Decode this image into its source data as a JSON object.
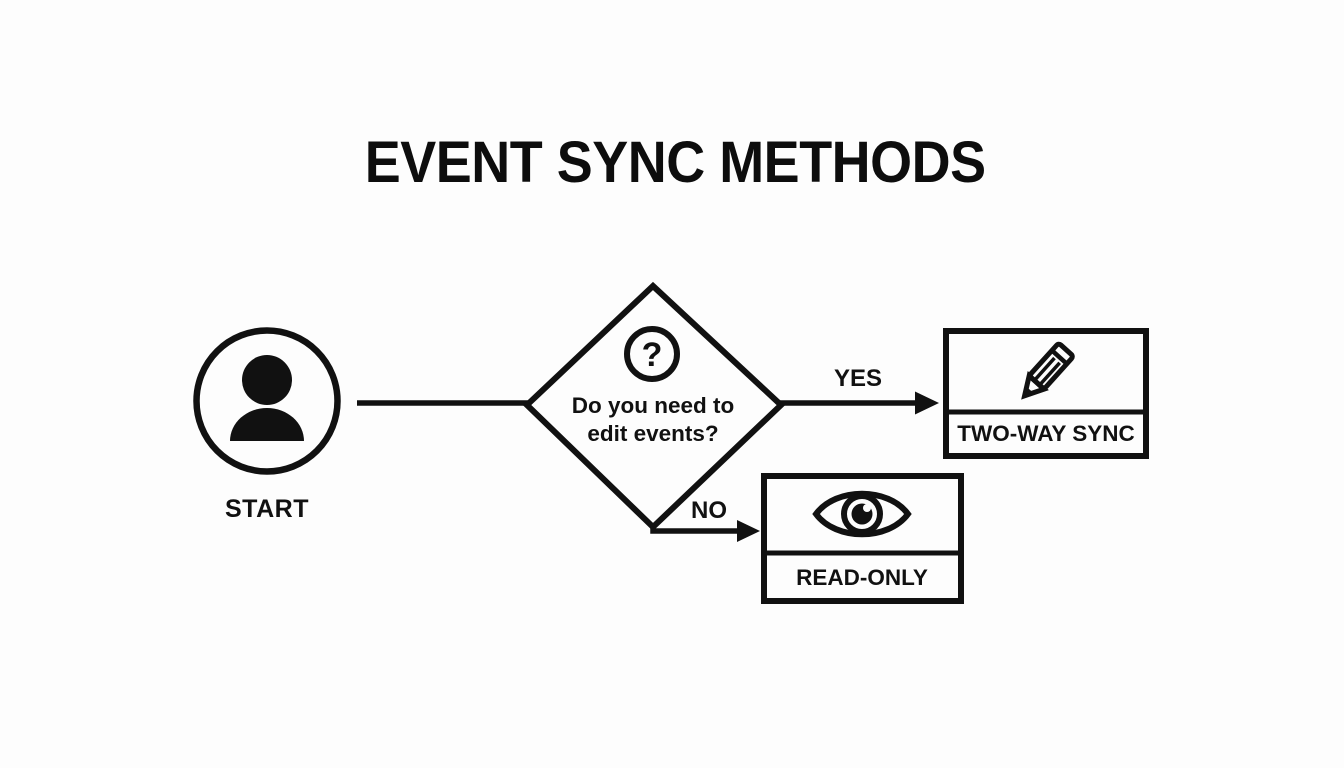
{
  "page": {
    "title": "EVENT SYNC METHODS",
    "background_color": "#fdfdfd",
    "ink_color": "#111111"
  },
  "diagram": {
    "type": "flowchart",
    "orientation": "left-to-right",
    "nodes": [
      {
        "id": "start",
        "shape": "circle",
        "label": "START",
        "icon": "user-icon",
        "label_position": "below"
      },
      {
        "id": "decision",
        "shape": "diamond",
        "icon": "question-mark-icon",
        "text_lines": [
          "Do you need to",
          "edit events?"
        ],
        "question": "Do you need to edit events?"
      },
      {
        "id": "two-way-sync",
        "shape": "rectangle-with-caption",
        "label": "TWO-WAY SYNC",
        "icon": "pencil-icon"
      },
      {
        "id": "read-only",
        "shape": "rectangle-with-caption",
        "label": "READ-ONLY",
        "icon": "eye-icon"
      }
    ],
    "edges": [
      {
        "id": "start-to-decision",
        "from": "start",
        "to": "decision",
        "label": "",
        "arrowhead": false
      },
      {
        "id": "yes-branch",
        "from": "decision",
        "to": "two-way-sync",
        "label": "YES",
        "arrowhead": true
      },
      {
        "id": "no-branch",
        "from": "decision",
        "to": "read-only",
        "label": "NO",
        "arrowhead": true
      }
    ]
  }
}
